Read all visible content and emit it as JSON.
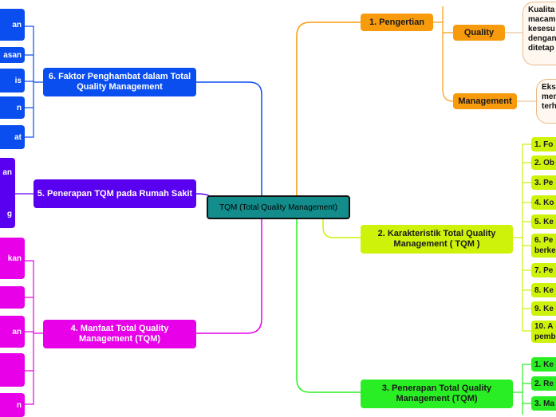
{
  "center": "TQM (Total Quality Management)",
  "branches": {
    "pengertian": {
      "title": "1. Pengertian",
      "quality": "Quality",
      "management": "Management",
      "quality_note": "Kualita\nmacam\nkesesu\ndengan\nditetap",
      "management_note": "Ekse\nmen\nterh"
    },
    "karakteristik": {
      "title": "2. Karakteristik Total Quality Management ( TQM )",
      "items": [
        "1. Fo",
        "2. Ob",
        "3. Pe",
        "4. Ko",
        "5. Ke",
        "6. Pe\nberke",
        "7. Pe",
        "8. Ke",
        "9. Ke",
        "10. A\npemb"
      ]
    },
    "penerapan": {
      "title": "3. Penerapan Total Quality Management (TQM)",
      "items": [
        "1. Ke",
        "2. Re",
        "3. Ma"
      ]
    },
    "manfaat": {
      "title": "4. Manfaat Total Quality Management (TQM)",
      "items": [
        "kan",
        "",
        "an",
        "",
        "n"
      ]
    },
    "rumah_sakit": {
      "title": "5. Penerapan TQM pada Rumah Sakit",
      "items": [
        "an\n\n\n\ng"
      ]
    },
    "penghambat": {
      "title": "6. Faktor Penghambat dalam Total Quality Management",
      "items": [
        "an",
        "asan",
        "is",
        "n",
        "at"
      ]
    }
  },
  "colors": {
    "orange": "#f79a0c",
    "lime": "#cff20a",
    "green": "#2aee24",
    "magenta": "#e800e8",
    "purple": "#5a00f0",
    "blue": "#0a4ef0",
    "center": "#138c8c"
  }
}
